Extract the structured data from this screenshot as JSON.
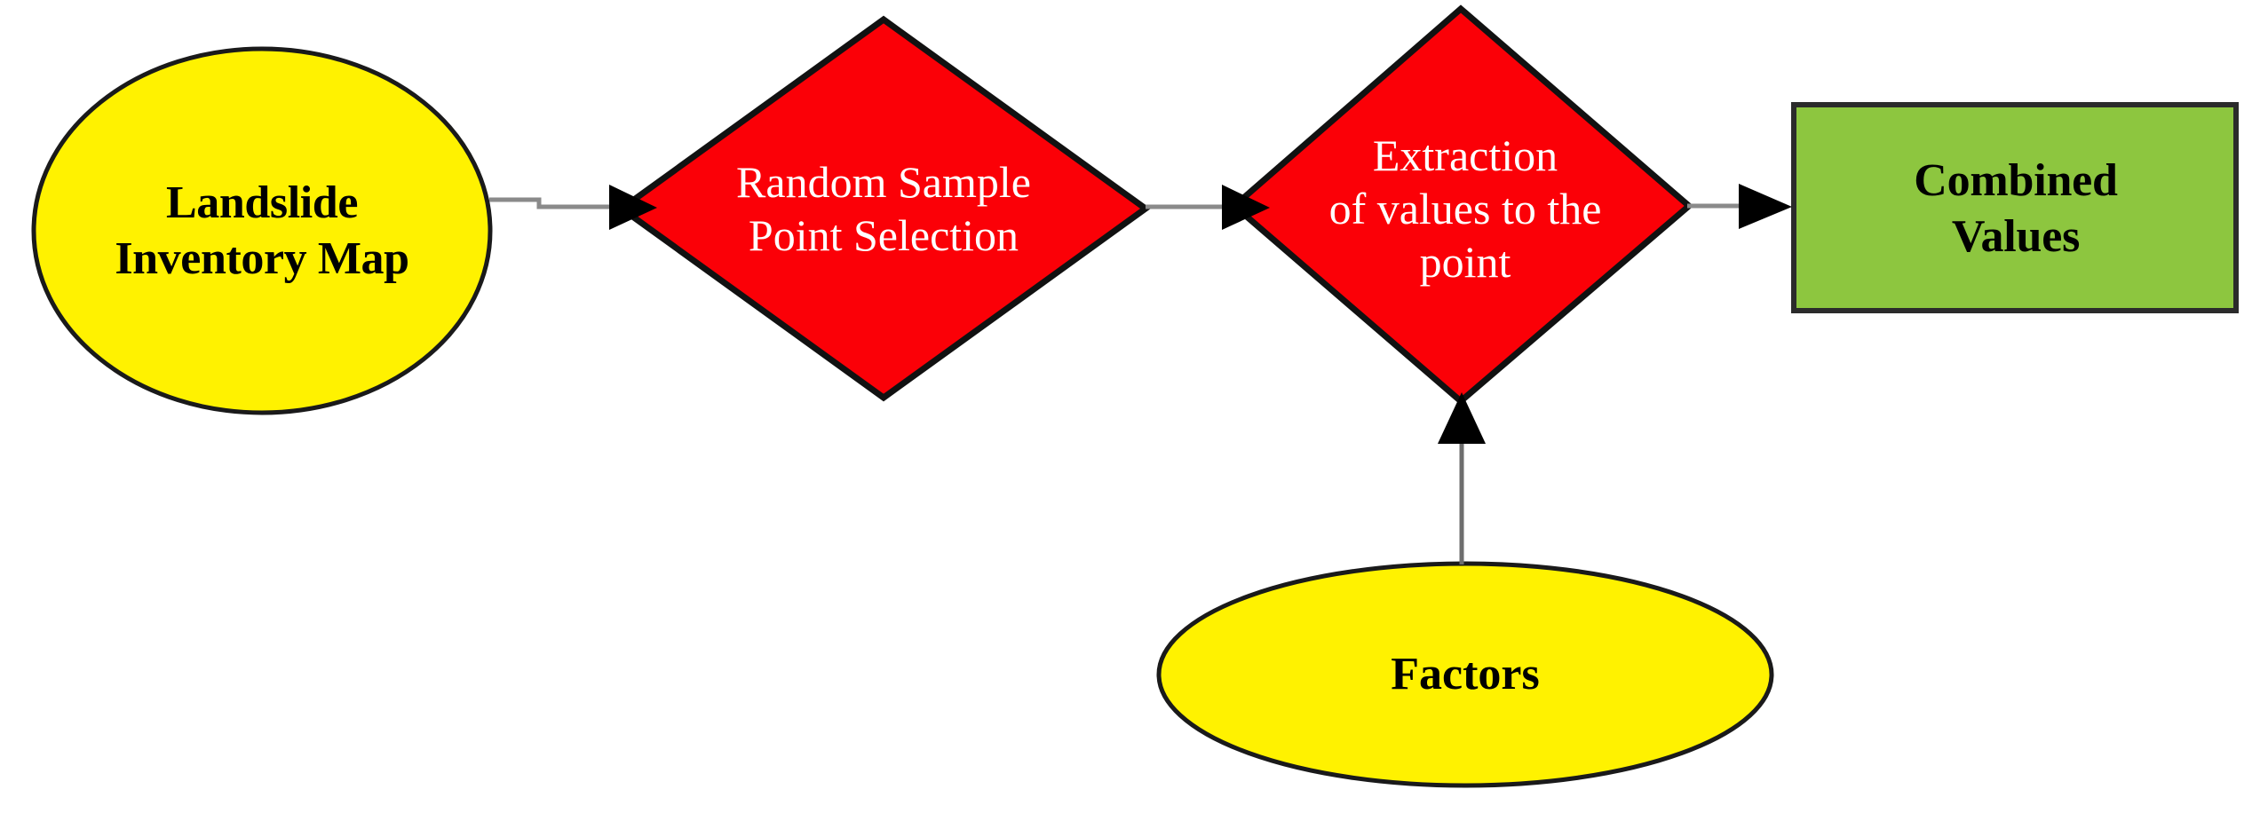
{
  "diagram": {
    "type": "flowchart",
    "title": "Landslide susceptibility data preparation flowchart",
    "background_color": "#ffffff",
    "palette": {
      "yellow_fill": "#FFF200",
      "red_fill": "#FB0007",
      "green_fill": "#8DC63F",
      "outline": "#1A1A1A",
      "connector": "#808080",
      "arrowhead": "#000000",
      "label_black": "#000000",
      "label_white": "#ffffff"
    },
    "nodes": [
      {
        "id": "landslide-inventory-map",
        "shape": "ellipse",
        "label": "Landslide\nInventory Map",
        "fill": "#FFF200",
        "text_color": "#000000",
        "font_weight": "bold"
      },
      {
        "id": "random-sample-point-selection",
        "shape": "diamond",
        "label": "Random Sample\nPoint Selection",
        "fill": "#FB0007",
        "text_color": "#ffffff",
        "font_weight": "normal"
      },
      {
        "id": "extraction-of-values-to-the-point",
        "shape": "diamond",
        "label": "Extraction\nof values to the\npoint",
        "fill": "#FB0007",
        "text_color": "#ffffff",
        "font_weight": "normal"
      },
      {
        "id": "combined-values",
        "shape": "rectangle",
        "label": "Combined\nValues",
        "fill": "#8DC63F",
        "text_color": "#000000",
        "font_weight": "bold"
      },
      {
        "id": "factors",
        "shape": "ellipse",
        "label": "Factors",
        "fill": "#FFF200",
        "text_color": "#000000",
        "font_weight": "bold"
      }
    ],
    "edges": [
      {
        "id": "edge-inventory-to-sample",
        "from": "landslide-inventory-map",
        "to": "random-sample-point-selection",
        "direction": "right",
        "style": "stepped"
      },
      {
        "id": "edge-sample-to-extraction",
        "from": "random-sample-point-selection",
        "to": "extraction-of-values-to-the-point",
        "direction": "right",
        "style": "straight"
      },
      {
        "id": "edge-extraction-to-combined",
        "from": "extraction-of-values-to-the-point",
        "to": "combined-values",
        "direction": "right",
        "style": "straight"
      },
      {
        "id": "edge-factors-to-extraction",
        "from": "factors",
        "to": "extraction-of-values-to-the-point",
        "direction": "up",
        "style": "straight"
      }
    ]
  }
}
